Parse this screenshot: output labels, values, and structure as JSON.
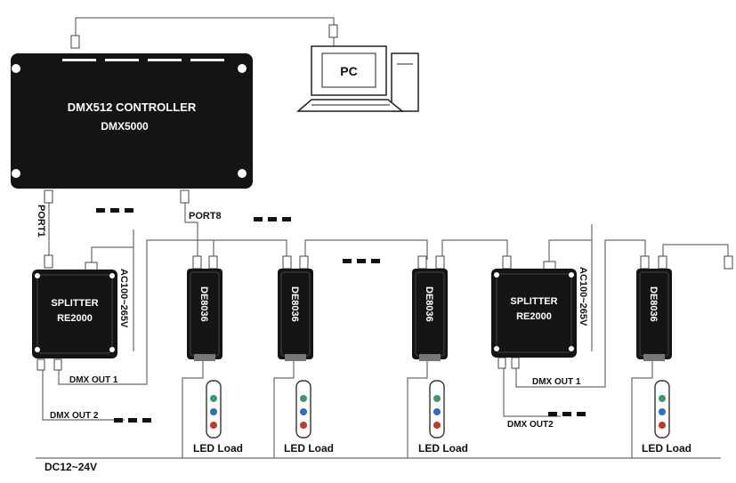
{
  "controller": {
    "title": "DMX512 CONTROLLER",
    "model": "DMX5000"
  },
  "pc": {
    "label": "PC"
  },
  "ports": {
    "port1": "PORT1",
    "port8": "PORT8"
  },
  "splitter1": {
    "title": "SPLITTER",
    "model": "RE2000",
    "power": "AC100~265V",
    "out1": "DMX OUT 1",
    "out2": "DMX OUT 2"
  },
  "splitter2": {
    "title": "SPLITTER",
    "model": "RE2000",
    "power": "AC100~265V",
    "out1": "DMX OUT 1",
    "out2": "DMX OUT2"
  },
  "decoders": [
    {
      "label": "DE8036"
    },
    {
      "label": "DE8036"
    },
    {
      "label": "DE8036"
    },
    {
      "label": "DE8036"
    }
  ],
  "loads": [
    {
      "label": "LED Load"
    },
    {
      "label": "LED Load"
    },
    {
      "label": "LED Load"
    },
    {
      "label": "LED Load"
    }
  ],
  "supply": {
    "label": "DC12~24V"
  },
  "colors": {
    "device": "#111111",
    "wire": "#6a6a6a",
    "led_green": "#3a9a6a",
    "led_red": "#c0392b",
    "led_blue": "#2d6cc0"
  }
}
